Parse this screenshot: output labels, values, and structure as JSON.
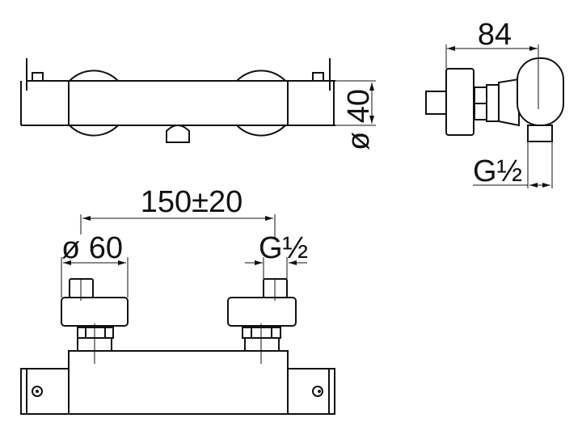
{
  "top_view": {
    "diameter_label": "ø 40"
  },
  "side_view": {
    "depth_label": "84",
    "thread_label": "G½"
  },
  "front_view": {
    "spacing_label": "150±20",
    "flange_label": "ø 60",
    "thread_label": "G½"
  }
}
